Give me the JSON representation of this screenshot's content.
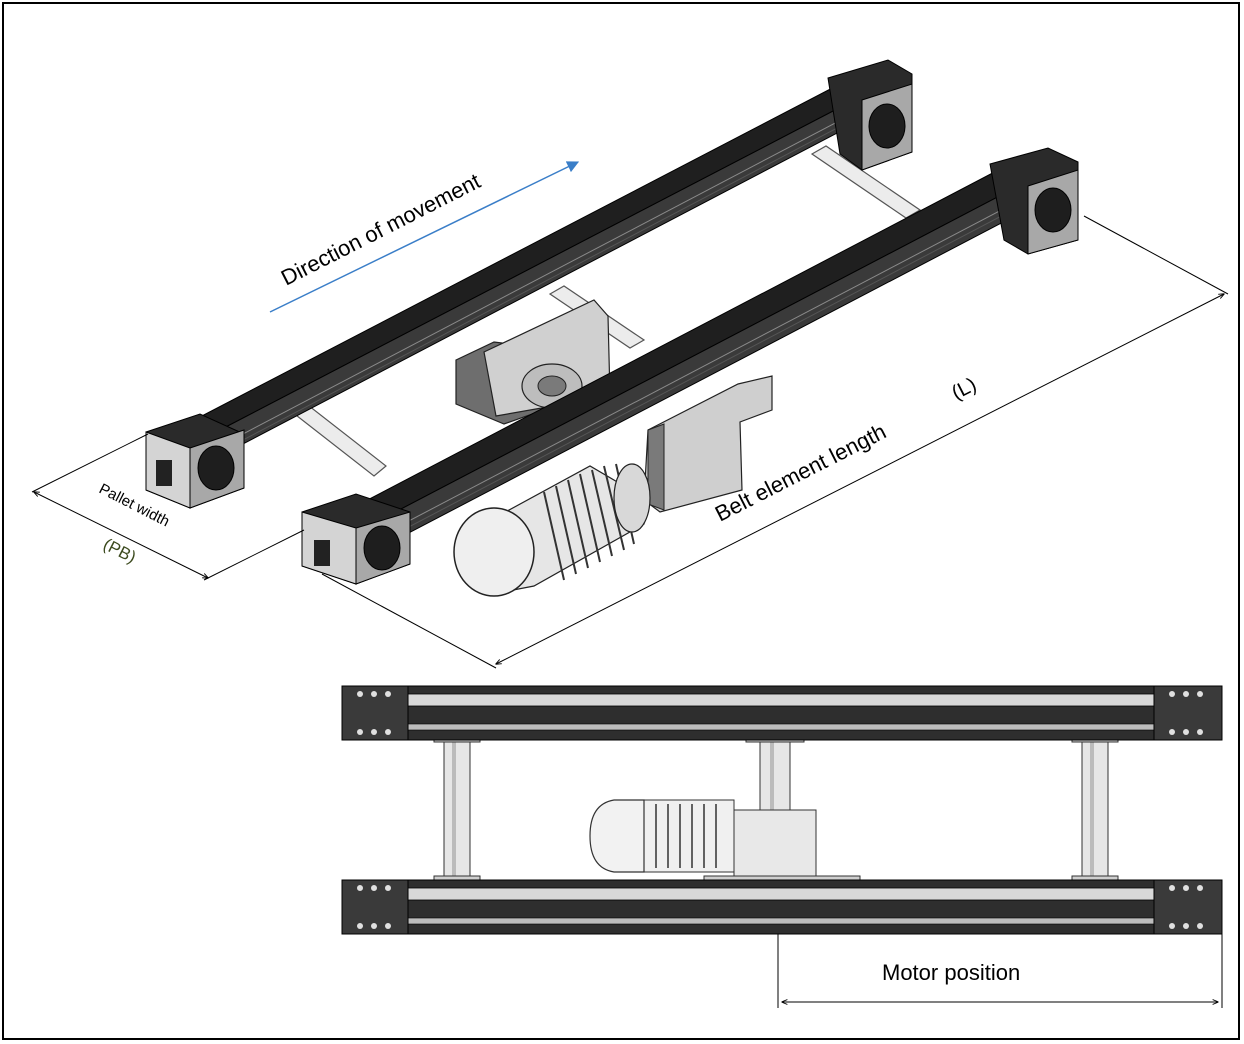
{
  "labels": {
    "direction": "Direction of movement",
    "belt_length": "Belt element length",
    "belt_length_symbol": "(L)",
    "pallet_width": "Pallet width",
    "pallet_width_symbol": "(PB)",
    "motor_position": "Motor position"
  },
  "colors": {
    "arrow": "#3a7ec8",
    "pb_symbol": "#3c4a1e",
    "rail": "#2a2a2a",
    "motor": "#e6e6e6"
  }
}
